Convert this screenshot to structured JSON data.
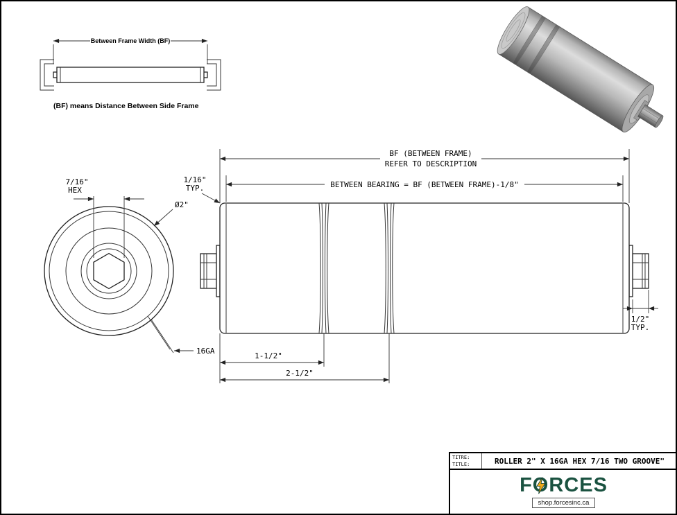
{
  "inset": {
    "dim_label": "Between Frame Width (BF)",
    "caption": "(BF) means Distance Between Side Frame"
  },
  "end_view": {
    "dim_hex_value": "7/16\"",
    "dim_hex_suffix": "HEX",
    "dim_diameter": "Ø2\"",
    "dim_gauge": "16GA"
  },
  "side_view": {
    "dim_bf_line1": "BF (BETWEEN FRAME)",
    "dim_bf_line2": "REFER TO DESCRIPTION",
    "dim_between_bearing": "BETWEEN BEARING = BF (BETWEEN FRAME)-1/8\"",
    "dim_face_gap_value": "1/16\"",
    "dim_face_gap_suffix": "TYP.",
    "dim_groove1": "1-1/2\"",
    "dim_groove2": "2-1/2\"",
    "dim_shaft_value": "1/2\"",
    "dim_shaft_suffix": "TYP."
  },
  "titleblock": {
    "label_fr": "TITRE:",
    "label_en": "TITLE:",
    "title": "ROLLER 2\" X 16GA HEX 7/16 TWO GROOVE\"",
    "brand_f": "F",
    "brand_o": "O",
    "brand_rest": "RCES",
    "website": "shop.forcesinc.ca",
    "brand_color": "#1a5240",
    "bolt_color": "#f0a818"
  }
}
